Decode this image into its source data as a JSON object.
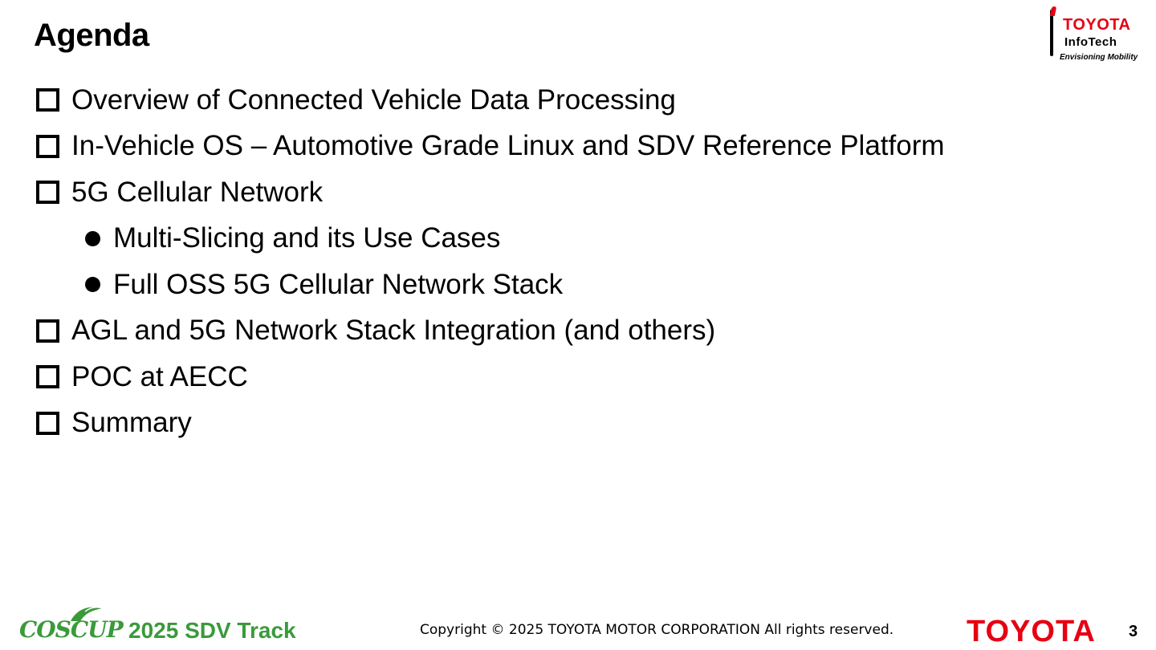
{
  "slide": {
    "title": "Agenda",
    "page_number": "3"
  },
  "header_logo": {
    "brand": "TOYOTA",
    "subbrand": "InfoTech",
    "tagline": "Envisioning Mobility"
  },
  "agenda": [
    {
      "text": "Overview of Connected Vehicle Data Processing",
      "level": 1
    },
    {
      "text": "In-Vehicle OS – Automotive Grade Linux and SDV Reference Platform",
      "level": 1
    },
    {
      "text": "5G Cellular Network",
      "level": 1
    },
    {
      "text": "Multi-Slicing and its Use Cases",
      "level": 2
    },
    {
      "text": "Full OSS 5G Cellular Network Stack",
      "level": 2
    },
    {
      "text": "AGL and 5G Network Stack Integration (and others)",
      "level": 1
    },
    {
      "text": "POC at AECC",
      "level": 1
    },
    {
      "text": "Summary",
      "level": 1
    }
  ],
  "footer": {
    "event_logo": "COSCUP",
    "track": "2025 SDV Track",
    "copyright": "Copyright ©  2025 TOYOTA MOTOR CORPORATION All rights reserved.",
    "brand": "TOYOTA"
  },
  "colors": {
    "toyota_red": "#e60012",
    "coscup_green": "#3a9a3a"
  }
}
